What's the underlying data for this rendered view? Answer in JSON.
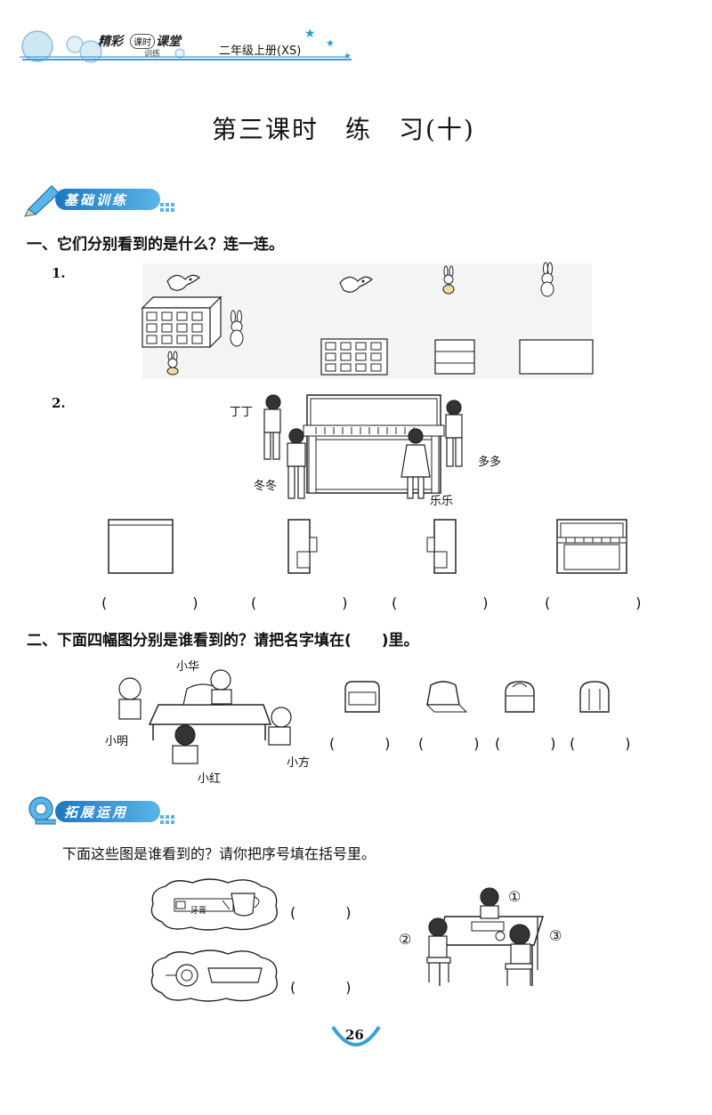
{
  "header": {
    "banner_title": "精彩",
    "banner_badge": "课时",
    "banner_title2": "课堂",
    "banner_sub": "训练",
    "grade": "二年级上册(XS)"
  },
  "lesson_title": "第三课时　练　习(十)",
  "section1": {
    "label": "基础训练"
  },
  "q1": {
    "text": "一、它们分别看到的是什么？连一连。",
    "sub1_num": "1.",
    "sub2_num": "2.",
    "names": {
      "dingding": "丁丁",
      "dongdong": "冬冬",
      "duoduo": "多多",
      "lele": "乐乐"
    },
    "blanks": [
      "(　　　)",
      "(　　　)",
      "(　　　)",
      "(　　　)"
    ]
  },
  "q2": {
    "text": "二、下面四幅图分别是谁看到的？请把名字填在(　　)里。",
    "names": {
      "xiaohua": "小华",
      "xiaoming": "小明",
      "xiaohong": "小红",
      "xiaofang": "小方"
    },
    "blanks": [
      "(　　)",
      "(　　)",
      "(　　)",
      "(　　)"
    ]
  },
  "section2": {
    "label": "拓展运用"
  },
  "q3": {
    "text": "下面这些图是谁看到的？请你把序号填在括号里。",
    "blanks": [
      "(　　)",
      "(　　)"
    ],
    "markers": [
      "①",
      "②",
      "③"
    ],
    "box_text": "牙膏"
  },
  "page_number": "26"
}
